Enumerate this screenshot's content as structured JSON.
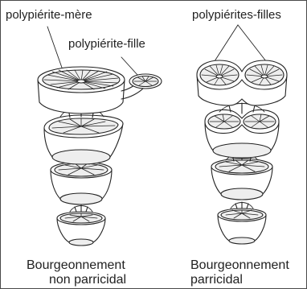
{
  "labels": {
    "parent_polypierite": "polypiérite-mère",
    "daughter_polypierite": "polypiérite-fille",
    "daughter_polypierites": "polypiérites-filles"
  },
  "captions": {
    "left_line1": "Bourgeonnement",
    "left_line2": "non parricidal",
    "right_line1": "Bourgeonnement",
    "right_line2": "parricidal"
  },
  "colors": {
    "ink": "#222222",
    "paper": "#ffffff",
    "shade": "#eeeeee"
  }
}
